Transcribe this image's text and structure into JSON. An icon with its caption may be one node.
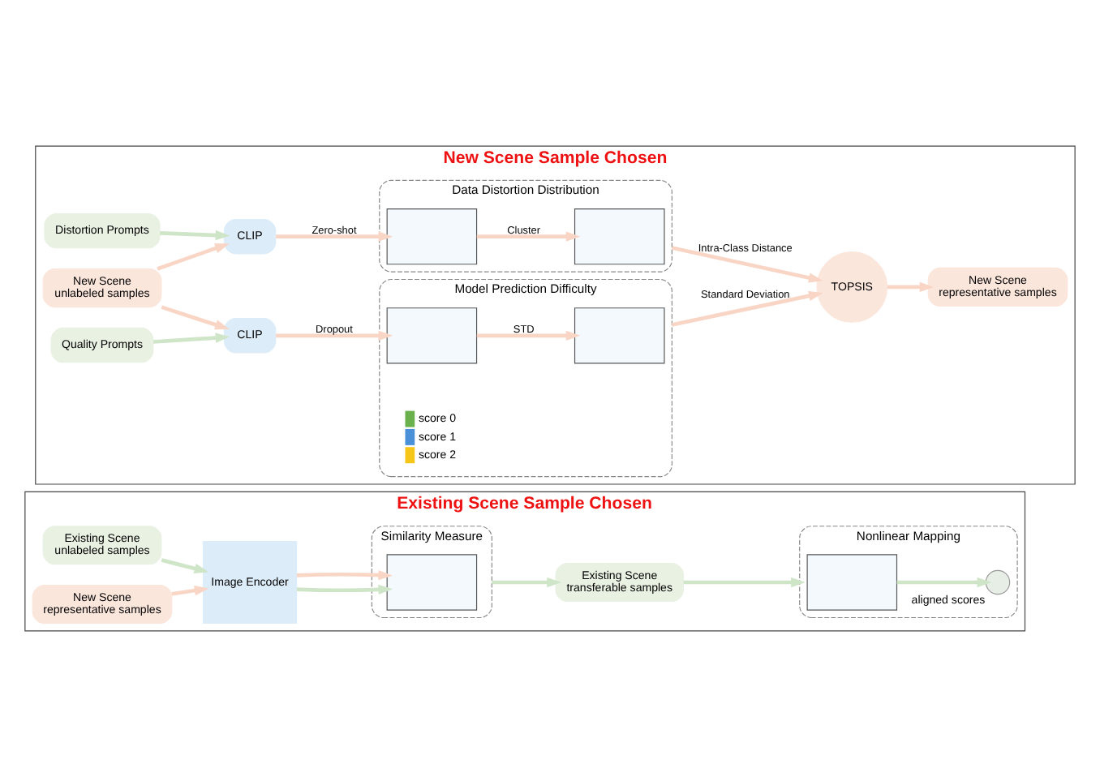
{
  "diagram": {
    "nodes": [
      {
        "text": [
          "New Scene Sample Chosen"
        ]
      },
      {
        "text": [
          "Distortion Prompts"
        ],
        "in": 0
      },
      {
        "text": [
          "New Scene",
          "unlabeled samples"
        ],
        "in": 0
      },
      {
        "text": [
          "Quality Prompts"
        ],
        "in": 0
      },
      {
        "text": [
          "CLIP"
        ],
        "in": 0
      },
      {
        "text": [
          "CLIP"
        ],
        "in": 0
      },
      {
        "text": [
          "Data Distortion Distribution"
        ],
        "in": 0
      },
      {
        "text": [],
        "shape": "box",
        "in": 6
      },
      {
        "text": [],
        "shape": "box",
        "in": 6
      },
      {
        "text": [
          "Model Prediction Difficulty"
        ],
        "in": 0
      },
      {
        "text": [],
        "shape": "box",
        "in": 9
      },
      {
        "text": [],
        "shape": "box",
        "in": 9
      },
      {
        "text": [
          "TOPSIS"
        ],
        "in": 0
      },
      {
        "text": [
          "New Scene",
          "representative samples"
        ],
        "in": 0
      },
      {
        "text": [
          "Existing Scene Sample Chosen"
        ]
      },
      {
        "text": [
          "Existing Scene",
          "unlabeled samples"
        ],
        "in": 14
      },
      {
        "text": [
          "New Scene",
          "representative samples"
        ],
        "in": 14
      },
      {
        "text": [
          "Image Encoder"
        ],
        "in": 14
      },
      {
        "text": [
          "Similarity Measure"
        ],
        "in": 14
      },
      {
        "text": [],
        "shape": "box",
        "in": 18
      },
      {
        "text": [
          "Existing Scene",
          "transferable samples"
        ],
        "in": 14
      },
      {
        "text": [
          "Nonlinear Mapping"
        ],
        "in": 14
      },
      {
        "text": [],
        "shape": "box",
        "in": 21
      },
      {
        "text": [],
        "shape": "circle",
        "in": 21,
        "beside": [
          "aligned scores"
        ]
      }
    ],
    "edges": [
      {
        "from": 1,
        "to": 4,
        "arrow": "to",
        "color": "#cfe5c8"
      },
      {
        "from": 2,
        "to": 4,
        "arrow": "to",
        "color": "#f9d5c5"
      },
      {
        "from": 4,
        "to": 7,
        "arrow": "to",
        "label": "Zero-shot",
        "color": "#f9d5c5"
      },
      {
        "from": 7,
        "to": 8,
        "arrow": "to",
        "label": "Cluster",
        "color": "#f9d5c5"
      },
      {
        "from": 2,
        "to": 5,
        "arrow": "to",
        "color": "#f9d5c5"
      },
      {
        "from": 3,
        "to": 5,
        "arrow": "to",
        "color": "#cfe5c8"
      },
      {
        "from": 5,
        "to": 10,
        "arrow": "to",
        "label": "Dropout",
        "color": "#f9d5c5"
      },
      {
        "from": 10,
        "to": 11,
        "arrow": "to",
        "label": "STD",
        "color": "#f9d5c5"
      },
      {
        "from": 6,
        "to": 12,
        "arrow": "to",
        "label": "Intra-Class Distance",
        "color": "#f9d5c5"
      },
      {
        "from": 9,
        "to": 12,
        "arrow": "to",
        "label": "Standard Deviation",
        "color": "#f9d5c5"
      },
      {
        "from": 12,
        "to": 13,
        "arrow": "to",
        "color": "#f9d5c5"
      },
      {
        "from": 15,
        "to": 17,
        "arrow": "to",
        "color": "#cfe5c8"
      },
      {
        "from": 16,
        "to": 17,
        "arrow": "to",
        "color": "#f9d5c5"
      },
      {
        "from": 17,
        "to": 19,
        "arrow": "to",
        "color": "#cfe5c8"
      },
      {
        "from": 17,
        "to": 19,
        "arrow": "to",
        "color": "#f9d5c5"
      },
      {
        "from": 18,
        "to": 20,
        "arrow": "to",
        "color": "#cfe5c8"
      },
      {
        "from": 20,
        "to": 21,
        "arrow": "to",
        "color": "#cfe5c8"
      },
      {
        "from": 22,
        "to": 23,
        "arrow": "to",
        "color": "#cfe5c8"
      }
    ],
    "legend": [
      {
        "text": "score 0",
        "color": "#6ab04c"
      },
      {
        "text": "score 1",
        "color": "#4a90d9"
      },
      {
        "text": "score 2",
        "color": "#f5c518"
      }
    ]
  }
}
